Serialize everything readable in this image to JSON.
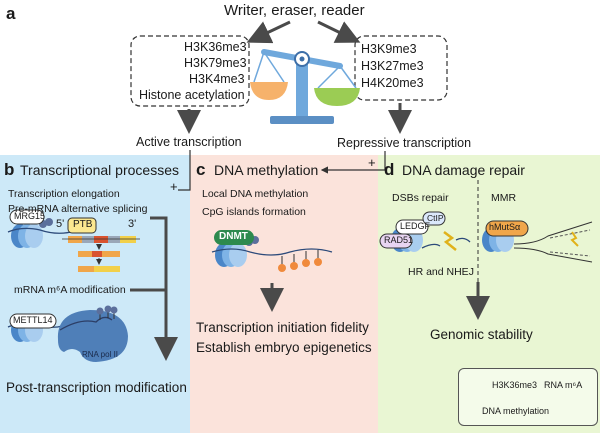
{
  "panel_a": {
    "letter": "a",
    "title": "Writer, eraser, reader",
    "left_marks": [
      "H3K36me3",
      "H3K79me3",
      "H3K4me3",
      "Histone acetylation"
    ],
    "right_marks": [
      "H3K9me3",
      "H3K27me3",
      "H4K20me3"
    ],
    "active": "Active transcription",
    "repressive": "Repressive transcription"
  },
  "panel_b": {
    "letter": "b",
    "title": "Transcriptional processes",
    "line1": "Transcription elongation",
    "line2": "Pre-mRNA alternative splicing",
    "mrg15": "MRG15",
    "ptb": "PTB",
    "five_prime": "5'",
    "three_prime": "3'",
    "m6a": "mRNA m⁶A modification",
    "mettl14": "METTL14",
    "rnapol": "RNA pol II",
    "bottom": "Post-transcription modification",
    "plus": "+"
  },
  "panel_c": {
    "letter": "c",
    "title": "DNA methylation",
    "line1": "Local DNA methylation",
    "line2": "CpG islands formation",
    "dnmt": "DNMT",
    "out1": "Transcription initiation fidelity",
    "out2": "Establish embryo epigenetics",
    "plus": "+"
  },
  "panel_d": {
    "letter": "d",
    "title": "DNA damage repair",
    "dsb": "DSBs repair",
    "mmr": "MMR",
    "ledgf": "LEDGF",
    "ctip": "CtIP",
    "rad51": "RAD51",
    "hmutsa": "hMutSα",
    "hr": "HR and NHEJ",
    "outcome": "Genomic stability"
  },
  "legend": {
    "h3k36me3": "H3K36me3",
    "rna_m6a": "RNA m⁶A",
    "dna_meth": "DNA methylation"
  },
  "colors": {
    "panel_b_bg": "#cde9f8",
    "panel_c_bg": "#fbe3db",
    "panel_d_bg": "#e9f6d3",
    "scale_blue": "#6fa8dc",
    "pan_orange": "#f6b26b",
    "pan_green": "#9bcc54",
    "methyl_orange": "#f08a3c",
    "protein_blue": "#5b6f9c"
  }
}
